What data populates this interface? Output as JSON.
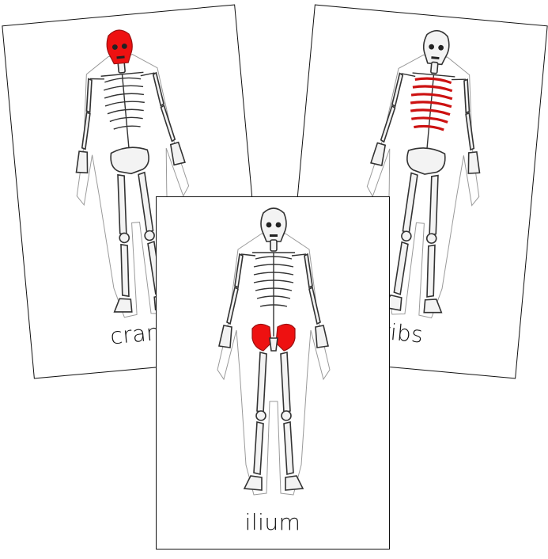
{
  "cards": {
    "left": {
      "label": "crani",
      "highlighted_bone": "cranium"
    },
    "right": {
      "label": "ribs",
      "highlighted_bone": "ribs"
    },
    "front": {
      "label": "ilium",
      "highlighted_bone": "ilium"
    }
  },
  "colors": {
    "highlight": "#ee1111",
    "card_border": "#111111",
    "bone_outline": "#333333",
    "background": "#ffffff"
  }
}
